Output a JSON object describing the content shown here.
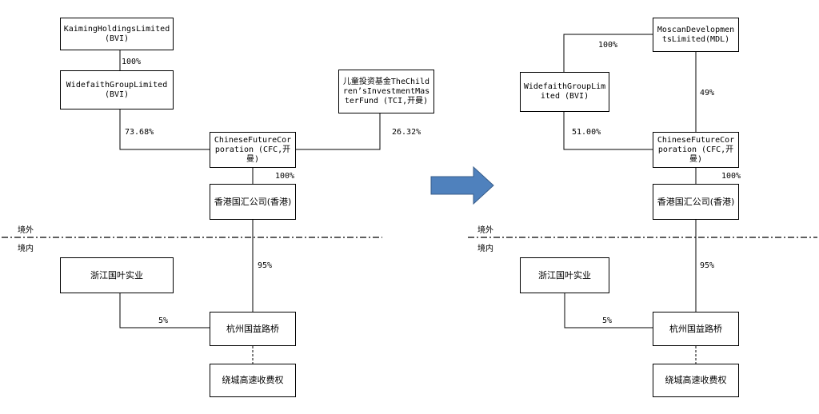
{
  "left": {
    "kaiming": "KaimingHoldingsLimited (BVI)",
    "widefaith": "WidefaithGroupLimited (BVI)",
    "tci": "儿童投资基金TheChildren’sInvestmentMasterFund (TCI,开曼)",
    "cfc": "ChineseFutureCorporation (CFC,开曼)",
    "hk": "香港国汇公司(香港)",
    "zhejiang": "浙江国叶实业",
    "hangzhou": "杭州国益路桥",
    "toll": "绕城高速收费权",
    "pct_kaiming_widefaith": "100%",
    "pct_widefaith_cfc": "73.68%",
    "pct_tci_cfc": "26.32%",
    "pct_cfc_hk": "100%",
    "pct_hk_hangzhou": "95%",
    "pct_zhejiang_hangzhou": "5%"
  },
  "right": {
    "moscan": "MoscanDevelopmentsLimited(MDL)",
    "widefaith": "WidefaithGroupLimited (BVI)",
    "cfc": "ChineseFutureCorporation (CFC,开曼)",
    "hk": "香港国汇公司(香港)",
    "zhejiang": "浙江国叶实业",
    "hangzhou": "杭州国益路桥",
    "toll": "绕城高速收费权",
    "pct_moscan_widefaith": "100%",
    "pct_moscan_cfc": "49%",
    "pct_widefaith_cfc": "51.00%",
    "pct_cfc_hk": "100%",
    "pct_hk_hangzhou": "95%",
    "pct_zhejiang_hangzhou": "5%"
  },
  "zones": {
    "offshore": "境外",
    "onshore": "境内"
  },
  "colors": {
    "arrow": "#4f81bd",
    "arrow_border": "#385d8a"
  }
}
